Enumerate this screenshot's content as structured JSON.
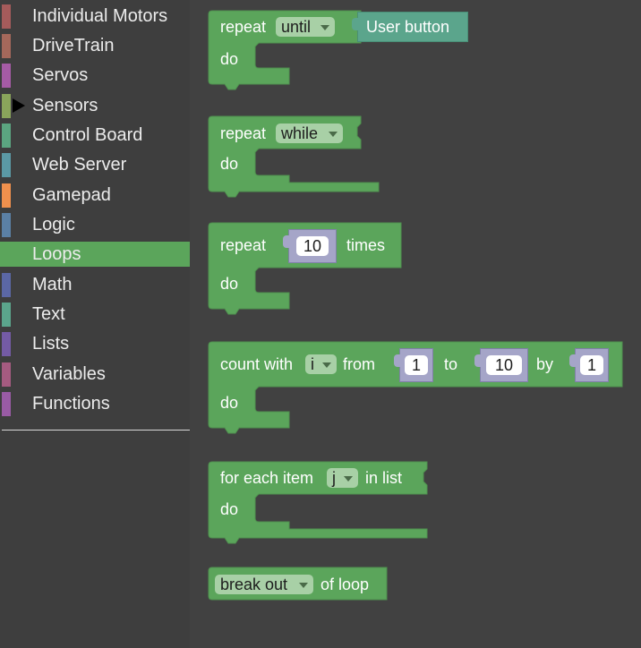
{
  "toolbox": {
    "categories": [
      {
        "label": "Individual Motors",
        "color": "#a55b5b"
      },
      {
        "label": "DriveTrain",
        "color": "#a5685b"
      },
      {
        "label": "Servos",
        "color": "#a55ba5"
      },
      {
        "label": "Sensors",
        "color": "#8aa55b"
      },
      {
        "label": "Control Board",
        "color": "#5ba580"
      },
      {
        "label": "Web Server",
        "color": "#5b99a5"
      },
      {
        "label": "Gamepad",
        "color": "#f0904d"
      },
      {
        "label": "Logic",
        "color": "#5b80a5"
      },
      {
        "label": "Loops",
        "color": "#5ba55b"
      },
      {
        "label": "Math",
        "color": "#5b67a5"
      },
      {
        "label": "Text",
        "color": "#5ba58c"
      },
      {
        "label": "Lists",
        "color": "#745ba5"
      },
      {
        "label": "Variables",
        "color": "#a55b80"
      },
      {
        "label": "Functions",
        "color": "#995ba5"
      }
    ],
    "selected": "Loops",
    "expanded_indicator": "Sensors"
  },
  "blocks": {
    "repeat_until": {
      "repeat": "repeat",
      "mode": "until",
      "condition": "User button",
      "do": "do"
    },
    "repeat_while": {
      "repeat": "repeat",
      "mode": "while",
      "do": "do"
    },
    "repeat_times": {
      "repeat": "repeat",
      "count": "10",
      "times": "times",
      "do": "do"
    },
    "count_with": {
      "count_with": "count with",
      "var": "i",
      "from": "from",
      "from_val": "1",
      "to": "to",
      "to_val": "10",
      "by": "by",
      "by_val": "1",
      "do": "do"
    },
    "for_each": {
      "label": "for each item",
      "var": "j",
      "in_list": "in list",
      "do": "do"
    },
    "break": {
      "mode": "break out",
      "of_loop": "of loop"
    }
  },
  "colors": {
    "loop_block": "#5ba55b",
    "dropdown": "#a8d0a6",
    "number_block": "#a5a5c8",
    "sensor_block": "#5ba58c"
  }
}
